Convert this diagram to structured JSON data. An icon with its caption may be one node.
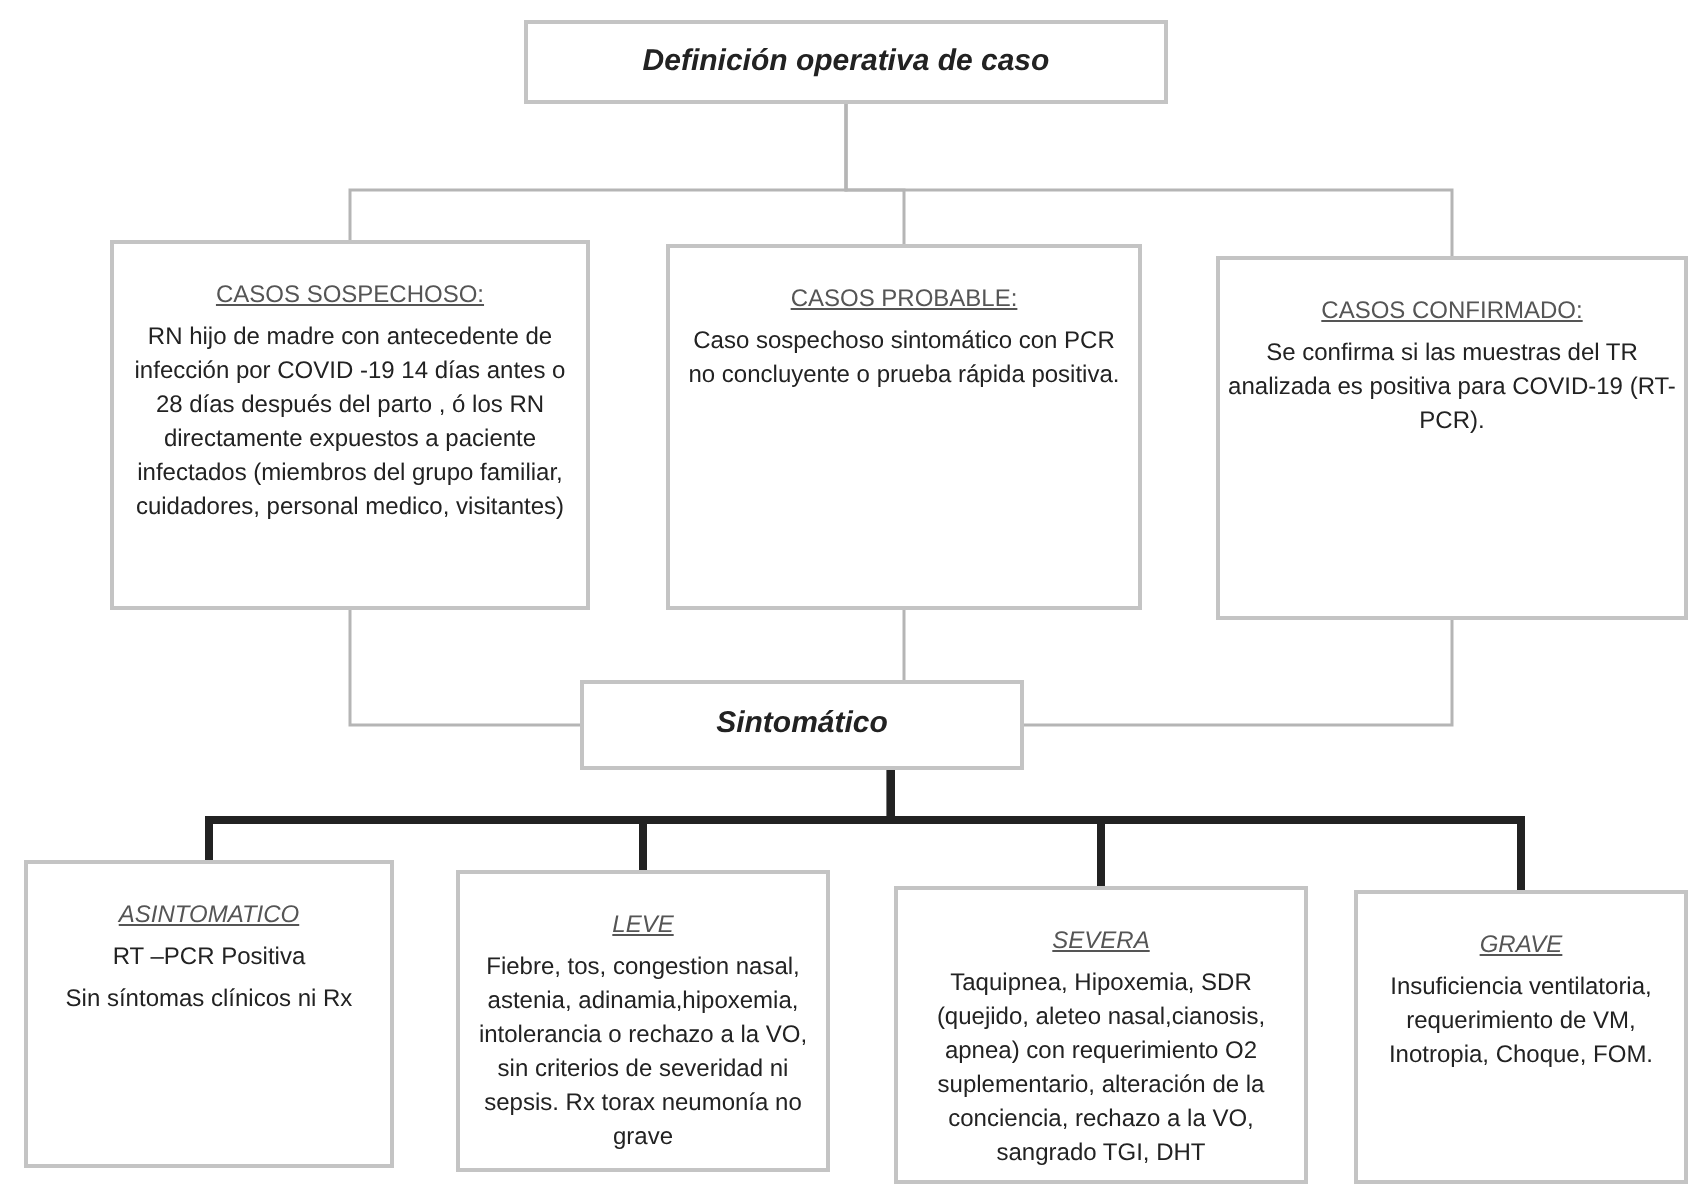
{
  "diagram": {
    "nodes": [
      {
        "text": [
          "Definición operativa de caso"
        ]
      },
      {
        "text": [
          "CASOS SOSPECHOSO:",
          "RN hijo  de madre con antecedente de infección por COVID -19   14 días antes  o 28 días después del parto , ó los RN directamente expuestos a paciente infectados (miembros del grupo familiar, cuidadores, personal medico, visitantes)"
        ]
      },
      {
        "text": [
          "CASOS PROBABLE:",
          "Caso sospechoso sintomático con PCR no concluyente o prueba rápida positiva."
        ]
      },
      {
        "text": [
          "CASOS CONFIRMADO:",
          "Se confirma si las muestras del TR analizada es positiva para COVID-19 (RT-PCR)."
        ]
      },
      {
        "text": [
          "Sintomático"
        ]
      },
      {
        "text": [
          "ASINTOMATICO",
          "RT –PCR Positiva",
          "Sin síntomas clínicos ni Rx"
        ]
      },
      {
        "text": [
          "LEVE",
          "Fiebre, tos, congestion nasal, astenia, adinamia,hipoxemia, intolerancia o rechazo a la VO, sin criterios de severidad ni sepsis. Rx torax neumonía no grave"
        ]
      },
      {
        "text": [
          "SEVERA",
          "Taquipnea, Hipoxemia, SDR (quejido, aleteo nasal,cianosis, apnea) con requerimiento O2 suplementario, alteración de la conciencia, rechazo a la VO, sangrado TGI, DHT"
        ]
      },
      {
        "text": [
          "GRAVE",
          "Insuficiencia ventilatoria, requerimiento de VM, Inotropia, Choque, FOM."
        ]
      }
    ],
    "edges": [
      {
        "from": 0,
        "to": 1,
        "arrow": "none"
      },
      {
        "from": 0,
        "to": 2,
        "arrow": "none"
      },
      {
        "from": 0,
        "to": 3,
        "arrow": "none"
      },
      {
        "from": 1,
        "to": 4,
        "arrow": "none"
      },
      {
        "from": 2,
        "to": 4,
        "arrow": "none"
      },
      {
        "from": 3,
        "to": 4,
        "arrow": "none"
      },
      {
        "from": 4,
        "to": 5,
        "arrow": "none",
        "style": "thick",
        "color": "#222222"
      },
      {
        "from": 4,
        "to": 6,
        "arrow": "none",
        "style": "thick",
        "color": "#222222"
      },
      {
        "from": 4,
        "to": 7,
        "arrow": "none",
        "style": "thick",
        "color": "#222222"
      },
      {
        "from": 4,
        "to": 8,
        "arrow": "none",
        "style": "thick",
        "color": "#222222"
      }
    ]
  }
}
